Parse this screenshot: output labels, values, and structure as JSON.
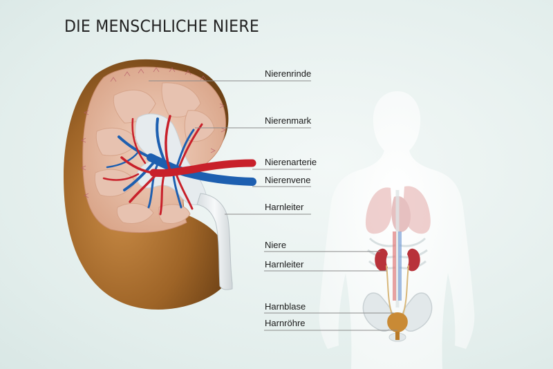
{
  "title": "DIE MENSCHLICHE NIERE",
  "kidney_labels": {
    "cortex": "Nierenrinde",
    "medulla": "Nierenmark",
    "artery": "Nierenarterie",
    "vein": "Nierenvene",
    "ureter": "Harnleiter"
  },
  "body_labels": {
    "kidney": "Niere",
    "ureter": "Harnleiter",
    "bladder": "Harnblase",
    "urethra": "Harnröhre"
  },
  "colors": {
    "artery": "#c8202a",
    "vein": "#1d5fb0",
    "capsule": "#9a6225",
    "cortex": "#e8b79c",
    "silhouette": "#ffffff"
  }
}
